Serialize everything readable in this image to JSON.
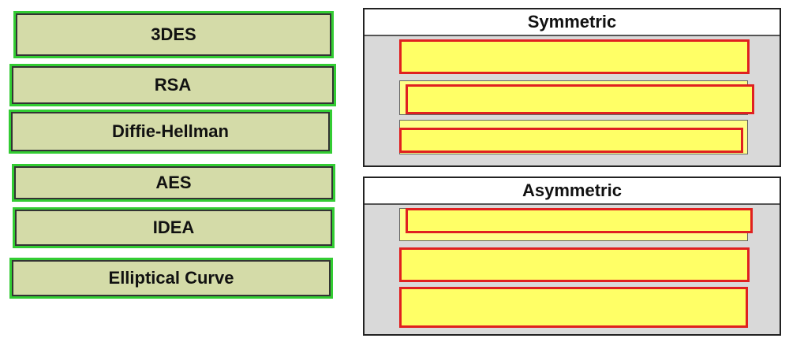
{
  "items": [
    {
      "label": "3DES"
    },
    {
      "label": "RSA"
    },
    {
      "label": "Diffie-Hellman"
    },
    {
      "label": "AES"
    },
    {
      "label": "IDEA"
    },
    {
      "label": "Elliptical Curve"
    }
  ],
  "targets": {
    "symmetric": {
      "title": "Symmetric",
      "slot_count": 3
    },
    "asymmetric": {
      "title": "Asymmetric",
      "slot_count": 3
    }
  },
  "colors": {
    "item_fill": "#d4dba8",
    "item_outline": "#33cc33",
    "slot_fill": "#ffff66",
    "slot_outline": "#e02020",
    "panel_fill": "#d9d9d9"
  }
}
